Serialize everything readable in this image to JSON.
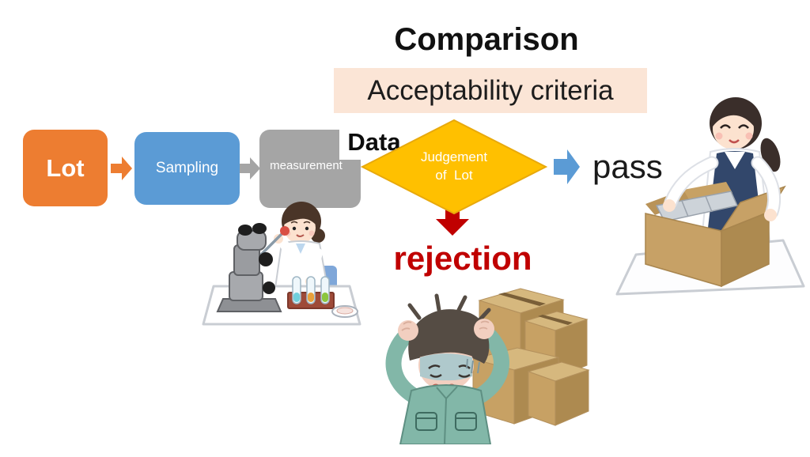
{
  "slide": {
    "title": "Comparison",
    "criteria": "Acceptability criteria"
  },
  "flow": {
    "lot": "Lot",
    "sampling": "Sampling",
    "measurement": "measurement",
    "data": "Data",
    "judgement_line1": "Judgement",
    "judgement_line2": "of  Lot",
    "pass": "pass",
    "rejection": "rejection"
  },
  "colors": {
    "accent_orange": "#ED7D31",
    "accent_blue": "#5B9BD5",
    "accent_gray": "#A5A5A5",
    "accent_gold": "#FFC000",
    "gold_edge": "#E8A90C",
    "criteria_bg": "#FBE5D6",
    "reject_red": "#C00000",
    "white": "#FFFFFF"
  },
  "illustrations": {
    "scientist": "scientist-testing-samples-with-microscope",
    "worker": "distressed-worker-with-stacked-boxes",
    "packer": "woman-packing-cardboard-box"
  }
}
